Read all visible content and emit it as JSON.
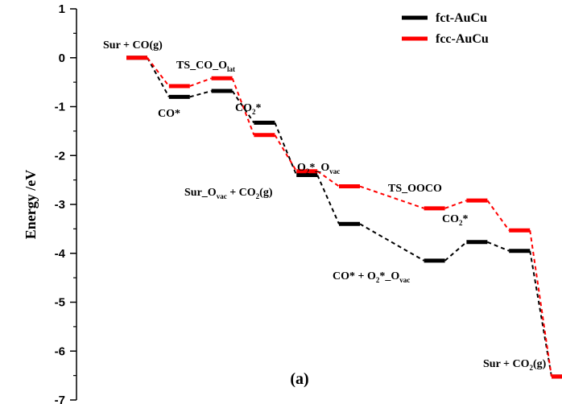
{
  "chart_data": {
    "type": "line",
    "ylabel": "Energy /eV",
    "ylim": [
      -7,
      1
    ],
    "yticks": [
      "1",
      "0",
      "-1",
      "-2",
      "-3",
      "-4",
      "-5",
      "-6",
      "-7"
    ],
    "panel_label": "(a)",
    "legend_position": "top-right",
    "series": [
      {
        "name": "fct-AuCu",
        "color": "#000000",
        "steps": [
          {
            "x": 1,
            "y": 0.0
          },
          {
            "x": 2,
            "y": -0.8
          },
          {
            "x": 3,
            "y": -0.68
          },
          {
            "x": 4,
            "y": -1.33
          },
          {
            "x": 5,
            "y": -2.4
          },
          {
            "x": 6,
            "y": -3.4
          },
          {
            "x": 8,
            "y": -4.15
          },
          {
            "x": 9,
            "y": -3.77
          },
          {
            "x": 10,
            "y": -3.95
          },
          {
            "x": 11,
            "y": -6.52
          }
        ]
      },
      {
        "name": "fcc-AuCu",
        "color": "#ff0000",
        "steps": [
          {
            "x": 1,
            "y": 0.0
          },
          {
            "x": 2,
            "y": -0.58
          },
          {
            "x": 3,
            "y": -0.42
          },
          {
            "x": 4,
            "y": -1.58
          },
          {
            "x": 5,
            "y": -2.32
          },
          {
            "x": 6,
            "y": -2.63
          },
          {
            "x": 8,
            "y": -3.08
          },
          {
            "x": 9,
            "y": -2.92
          },
          {
            "x": 10,
            "y": -3.53
          },
          {
            "x": 11,
            "y": -6.52
          }
        ]
      }
    ],
    "annotations": {
      "sur_co_g": {
        "base": "Sur + CO(g)"
      },
      "co_star": {
        "base": "CO*"
      },
      "ts_co_olat": {
        "base": "TS_CO_O",
        "sub": "lat"
      },
      "co2_star_1": {
        "base": "CO",
        "sub": "2",
        "tail": "*"
      },
      "sur_ovac_co2g": {
        "base": "Sur_O",
        "sub": "vac",
        "mid": " + CO",
        "sub2": "2",
        "tail": "(g)"
      },
      "o2_ovac": {
        "base": "O",
        "sub": "2",
        "mid": "*_O",
        "sub2": "vac"
      },
      "ts_ooco": {
        "base": "TS_OOCO"
      },
      "co2_star_2": {
        "base": "CO",
        "sub": "2",
        "tail": "*"
      },
      "co_o2_ovac": {
        "base": "CO* + O",
        "sub": "2",
        "mid": "*_O",
        "sub2": "vac"
      },
      "sur_co2g": {
        "base": "Sur + CO",
        "sub": "2",
        "tail": "(g)"
      }
    }
  }
}
